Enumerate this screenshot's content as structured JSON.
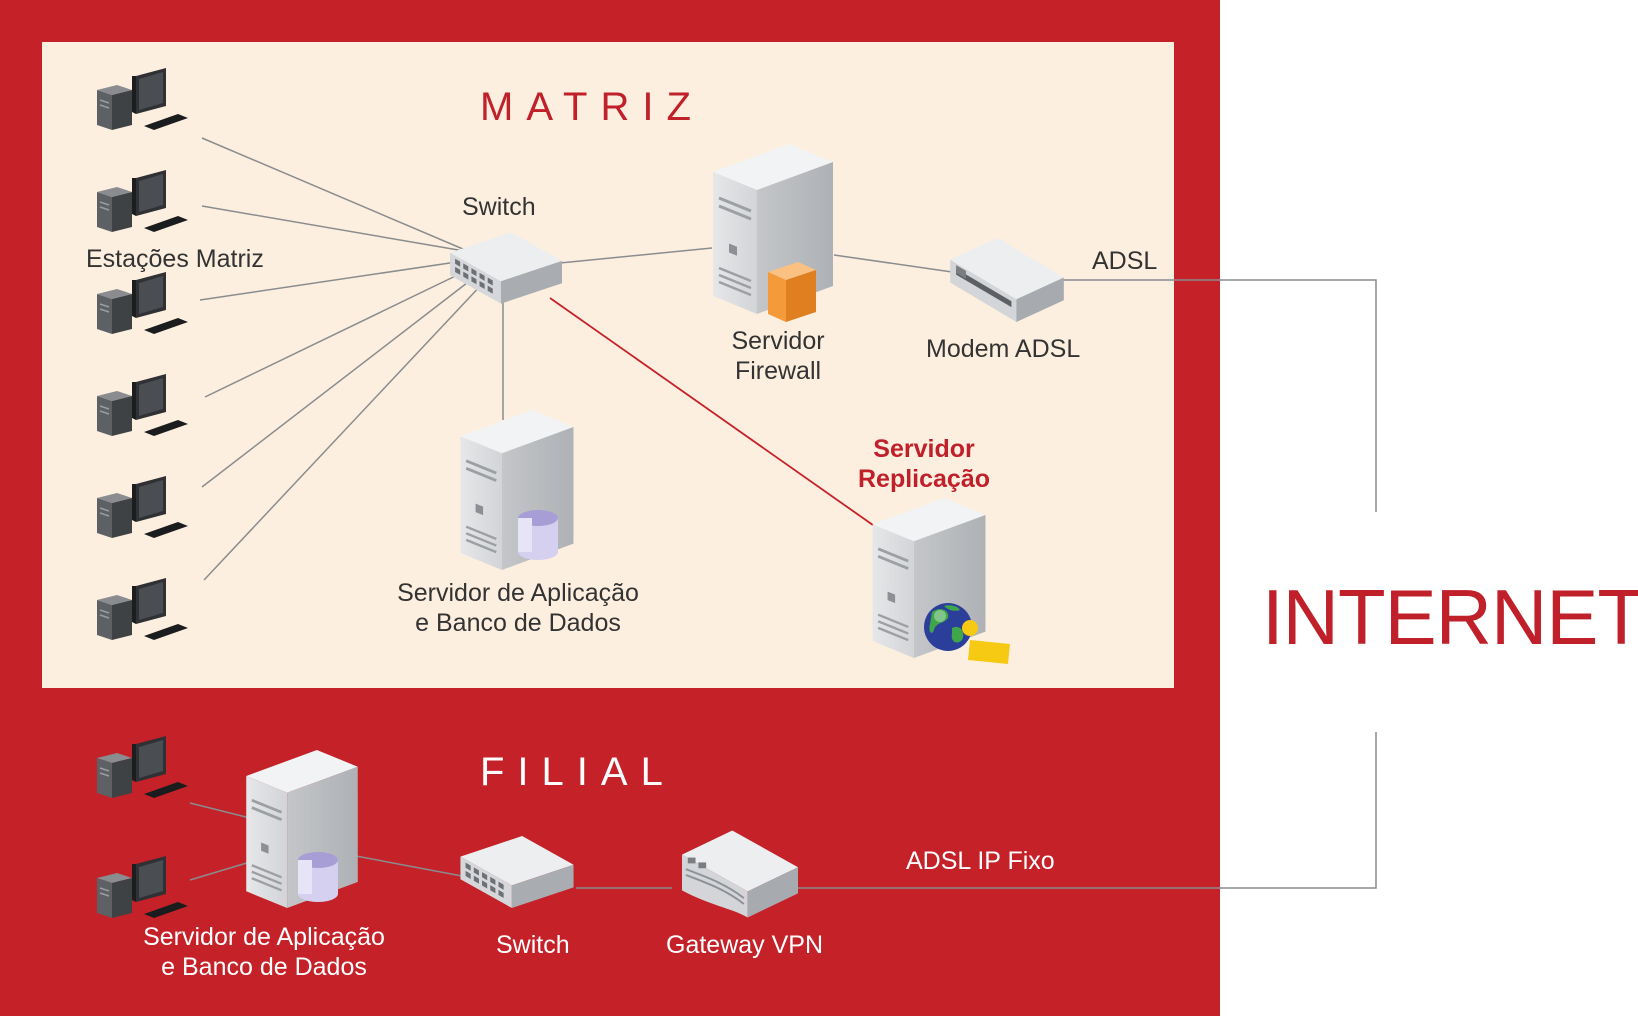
{
  "matriz": {
    "title": "MATRIZ",
    "stations_label": "Estações Matriz",
    "switch_label": "Switch",
    "firewall_label": [
      "Servidor",
      "Firewall"
    ],
    "modem_label": "Modem ADSL",
    "adsl_label": "ADSL",
    "app_server_label": [
      "Servidor de Aplicação",
      "e Banco de Dados"
    ],
    "replication_label": [
      "Servidor",
      "Replicação"
    ]
  },
  "filial": {
    "title": "FILIAL",
    "app_server_label": [
      "Servidor de Aplicação",
      "e Banco de Dados"
    ],
    "switch_label": "Switch",
    "gateway_label": "Gateway VPN",
    "adsl_label": "ADSL IP Fixo"
  },
  "internet_label": "INTERNET",
  "colors": {
    "brand_red": "#c52128",
    "matriz_bg": "#fdefe0",
    "title_red": "#c0202a",
    "firewall_orange": "#f59a3b",
    "database_lavender": "#c9c2e8",
    "globe_blue": "#2b3f9a",
    "key_yellow": "#f6c913"
  }
}
